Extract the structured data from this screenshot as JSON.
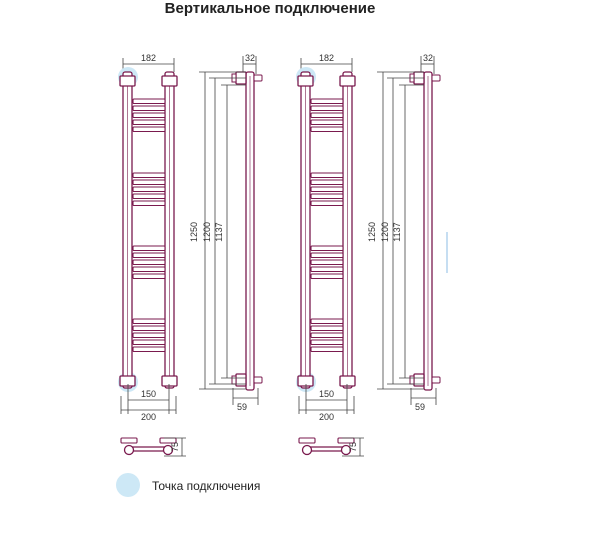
{
  "title": "Вертикальное подключение",
  "colors": {
    "tube": "#7a1a4e",
    "tube_fill": "#ffffff",
    "dim_line": "#444444",
    "connection_point": "#cde8f6",
    "accent_line": "#9fc9e8"
  },
  "drawings": [
    {
      "front_top_width": "182",
      "side_top_width": "32",
      "heights": [
        "1250",
        "1200",
        "1137"
      ],
      "bottom_center_distance": "150",
      "bottom_total_width": "200",
      "side_bottom_width": "59",
      "plan_height": "75"
    },
    {
      "front_top_width": "182",
      "side_top_width": "32",
      "heights": [
        "1250",
        "1200",
        "1137"
      ],
      "bottom_center_distance": "150",
      "bottom_total_width": "200",
      "side_bottom_width": "59",
      "plan_height": "75"
    }
  ],
  "legend": {
    "label": "Точка подключения",
    "icon": "connection-point-circle"
  }
}
